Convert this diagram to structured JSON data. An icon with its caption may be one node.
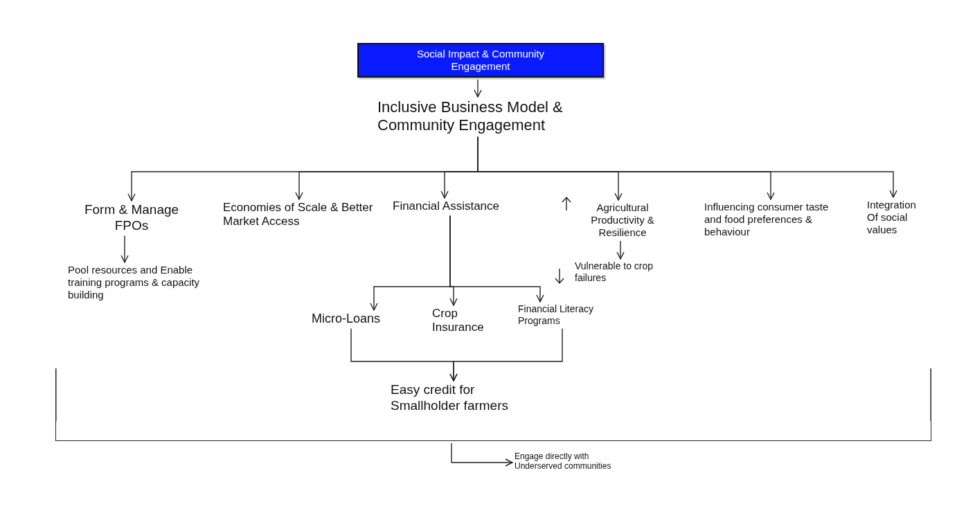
{
  "diagram": {
    "nodes": [
      {
        "text": [
          "Social Impact & Community Engagement"
        ]
      },
      {
        "text": [
          "Inclusive Business Model & Community Engagement"
        ]
      },
      {
        "text": [
          "Form & Manage FPOs"
        ]
      },
      {
        "text": [
          "Economies of Scale & Better Market Access"
        ]
      },
      {
        "text": [
          "Financial Assistance"
        ]
      },
      {
        "text": [
          "Agricultural Productivity & Resilience"
        ]
      },
      {
        "text": [
          "Influencing consumer taste and food preferences & behaviour"
        ]
      },
      {
        "text": [
          "Integration Of social values"
        ]
      },
      {
        "text": [
          "Pool resources and Enable training programs & capacity building"
        ]
      },
      {
        "text": [
          "Vulnerable to crop failures"
        ]
      },
      {
        "text": [
          "Micro-Loans"
        ]
      },
      {
        "text": [
          "Crop Insurance"
        ]
      },
      {
        "text": [
          "Financial Literacy Programs"
        ]
      },
      {
        "text": [
          "Easy credit for Smallholder farmers"
        ]
      },
      {
        "text": [],
        "shape": "bracket"
      },
      {
        "text": [
          "Engage directly with Underserved communities"
        ]
      }
    ],
    "edges": [
      {
        "from": 0,
        "to": 1,
        "arrow": "to"
      },
      {
        "from": 1,
        "to": 2,
        "arrow": "to"
      },
      {
        "from": 1,
        "to": 3,
        "arrow": "to"
      },
      {
        "from": 1,
        "to": 4,
        "arrow": "to"
      },
      {
        "from": 1,
        "to": 5,
        "arrow": "to"
      },
      {
        "from": 1,
        "to": 6,
        "arrow": "to"
      },
      {
        "from": 1,
        "to": 7,
        "arrow": "to"
      },
      {
        "from": 2,
        "to": 8,
        "arrow": "to"
      },
      {
        "from": 5,
        "to": 9,
        "arrow": "to"
      },
      {
        "from": 4,
        "to": 10,
        "arrow": "to"
      },
      {
        "from": 4,
        "to": 11,
        "arrow": "to"
      },
      {
        "from": 4,
        "to": 12,
        "arrow": "to"
      },
      {
        "from": 10,
        "to": 13,
        "arrow": "to"
      },
      {
        "from": 12,
        "to": 13,
        "arrow": "to"
      },
      {
        "from": 14,
        "to": 15,
        "arrow": "to"
      }
    ]
  }
}
